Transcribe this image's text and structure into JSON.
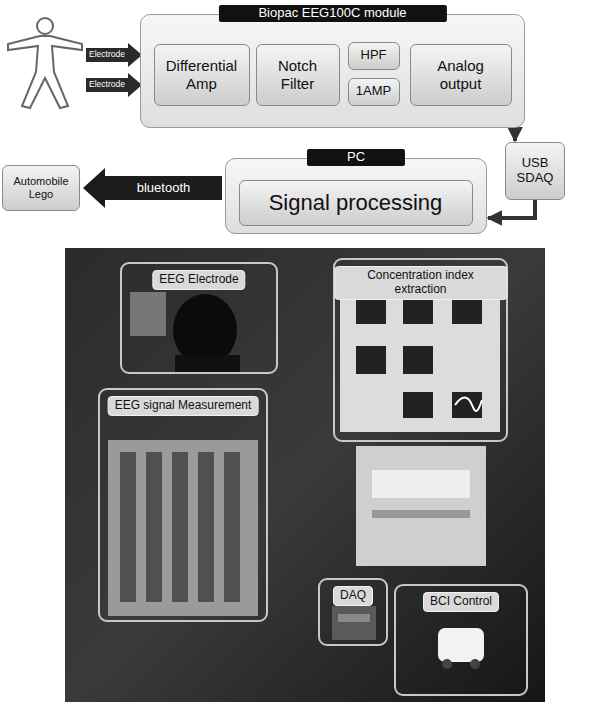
{
  "diagram": {
    "nodes": [
      {
        "text": [
          "Biopac EEG100C module"
        ]
      },
      {
        "text": [
          "Differential Amp"
        ],
        "in": 0
      },
      {
        "text": [
          "Notch Filter"
        ],
        "in": 0
      },
      {
        "text": [
          "HPF"
        ],
        "in": 0
      },
      {
        "text": [
          "1AMP"
        ],
        "in": 0
      },
      {
        "text": [
          "Analog output"
        ],
        "in": 0
      },
      {
        "text": [
          "USB SDAQ"
        ]
      },
      {
        "text": [
          "PC"
        ]
      },
      {
        "text": [
          "Signal processing"
        ],
        "in": 7
      },
      {
        "text": [
          "Automobile Lego"
        ]
      },
      {
        "text": [
          "EEG Electrode"
        ]
      },
      {
        "text": [
          "Concentration index extraction"
        ]
      },
      {
        "text": [
          "EEG signal Measurement"
        ]
      },
      {
        "text": [
          "DAQ"
        ]
      },
      {
        "text": [
          "BCI Control"
        ]
      }
    ],
    "edges": [
      {
        "from": 0,
        "to": 6,
        "arrow": "to"
      },
      {
        "from": 6,
        "to": 7,
        "arrow": "to"
      },
      {
        "from": 7,
        "to": 9,
        "label": "bluetooth",
        "arrow": "to"
      }
    ],
    "labels": [
      "Electrode",
      "Electrode"
    ]
  }
}
